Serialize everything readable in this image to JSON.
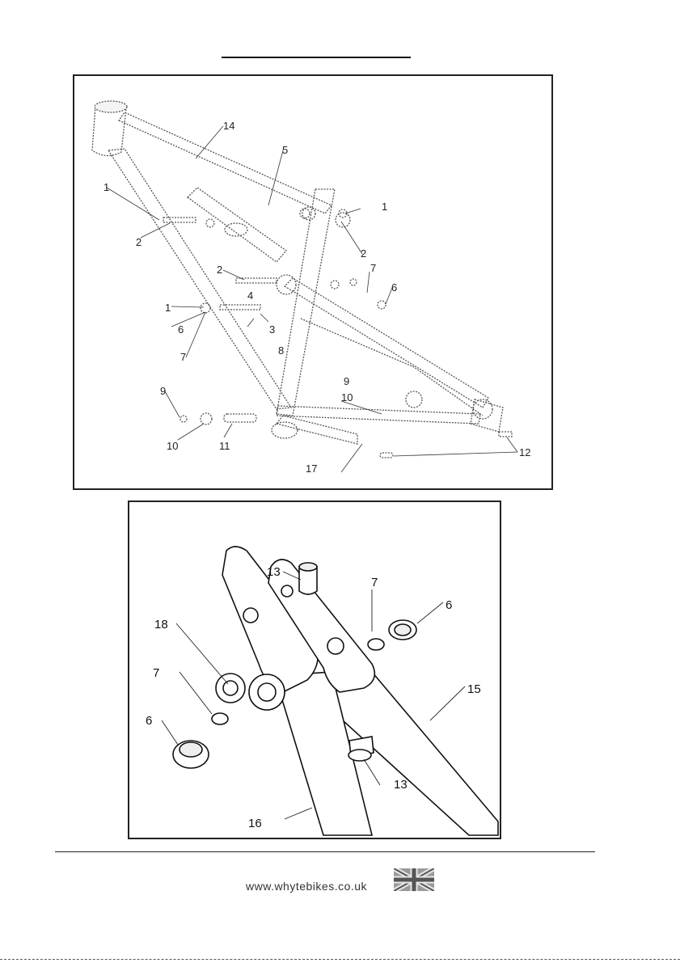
{
  "top_diagram": {
    "callouts": {
      "c14": "14",
      "c5": "5",
      "c1a": "1",
      "c1b": "1",
      "c1c": "1",
      "c2a": "2",
      "c2b": "2",
      "c2c": "2",
      "c3": "3",
      "c4": "4",
      "c6a": "6",
      "c6b": "6",
      "c7a": "7",
      "c7b": "7",
      "c8": "8",
      "c9a": "9",
      "c9b": "9",
      "c10a": "10",
      "c10b": "10",
      "c11": "11",
      "c12": "12",
      "c17": "17"
    }
  },
  "bottom_diagram": {
    "callouts": {
      "c13a": "13",
      "c13b": "13",
      "c7a": "7",
      "c7b": "7",
      "c6a": "6",
      "c6b": "6",
      "c18": "18",
      "c15": "15",
      "c16": "16"
    }
  },
  "footer": {
    "url": "www.whytebikes.co.uk",
    "flag_icon": "union-jack-flag-icon"
  }
}
